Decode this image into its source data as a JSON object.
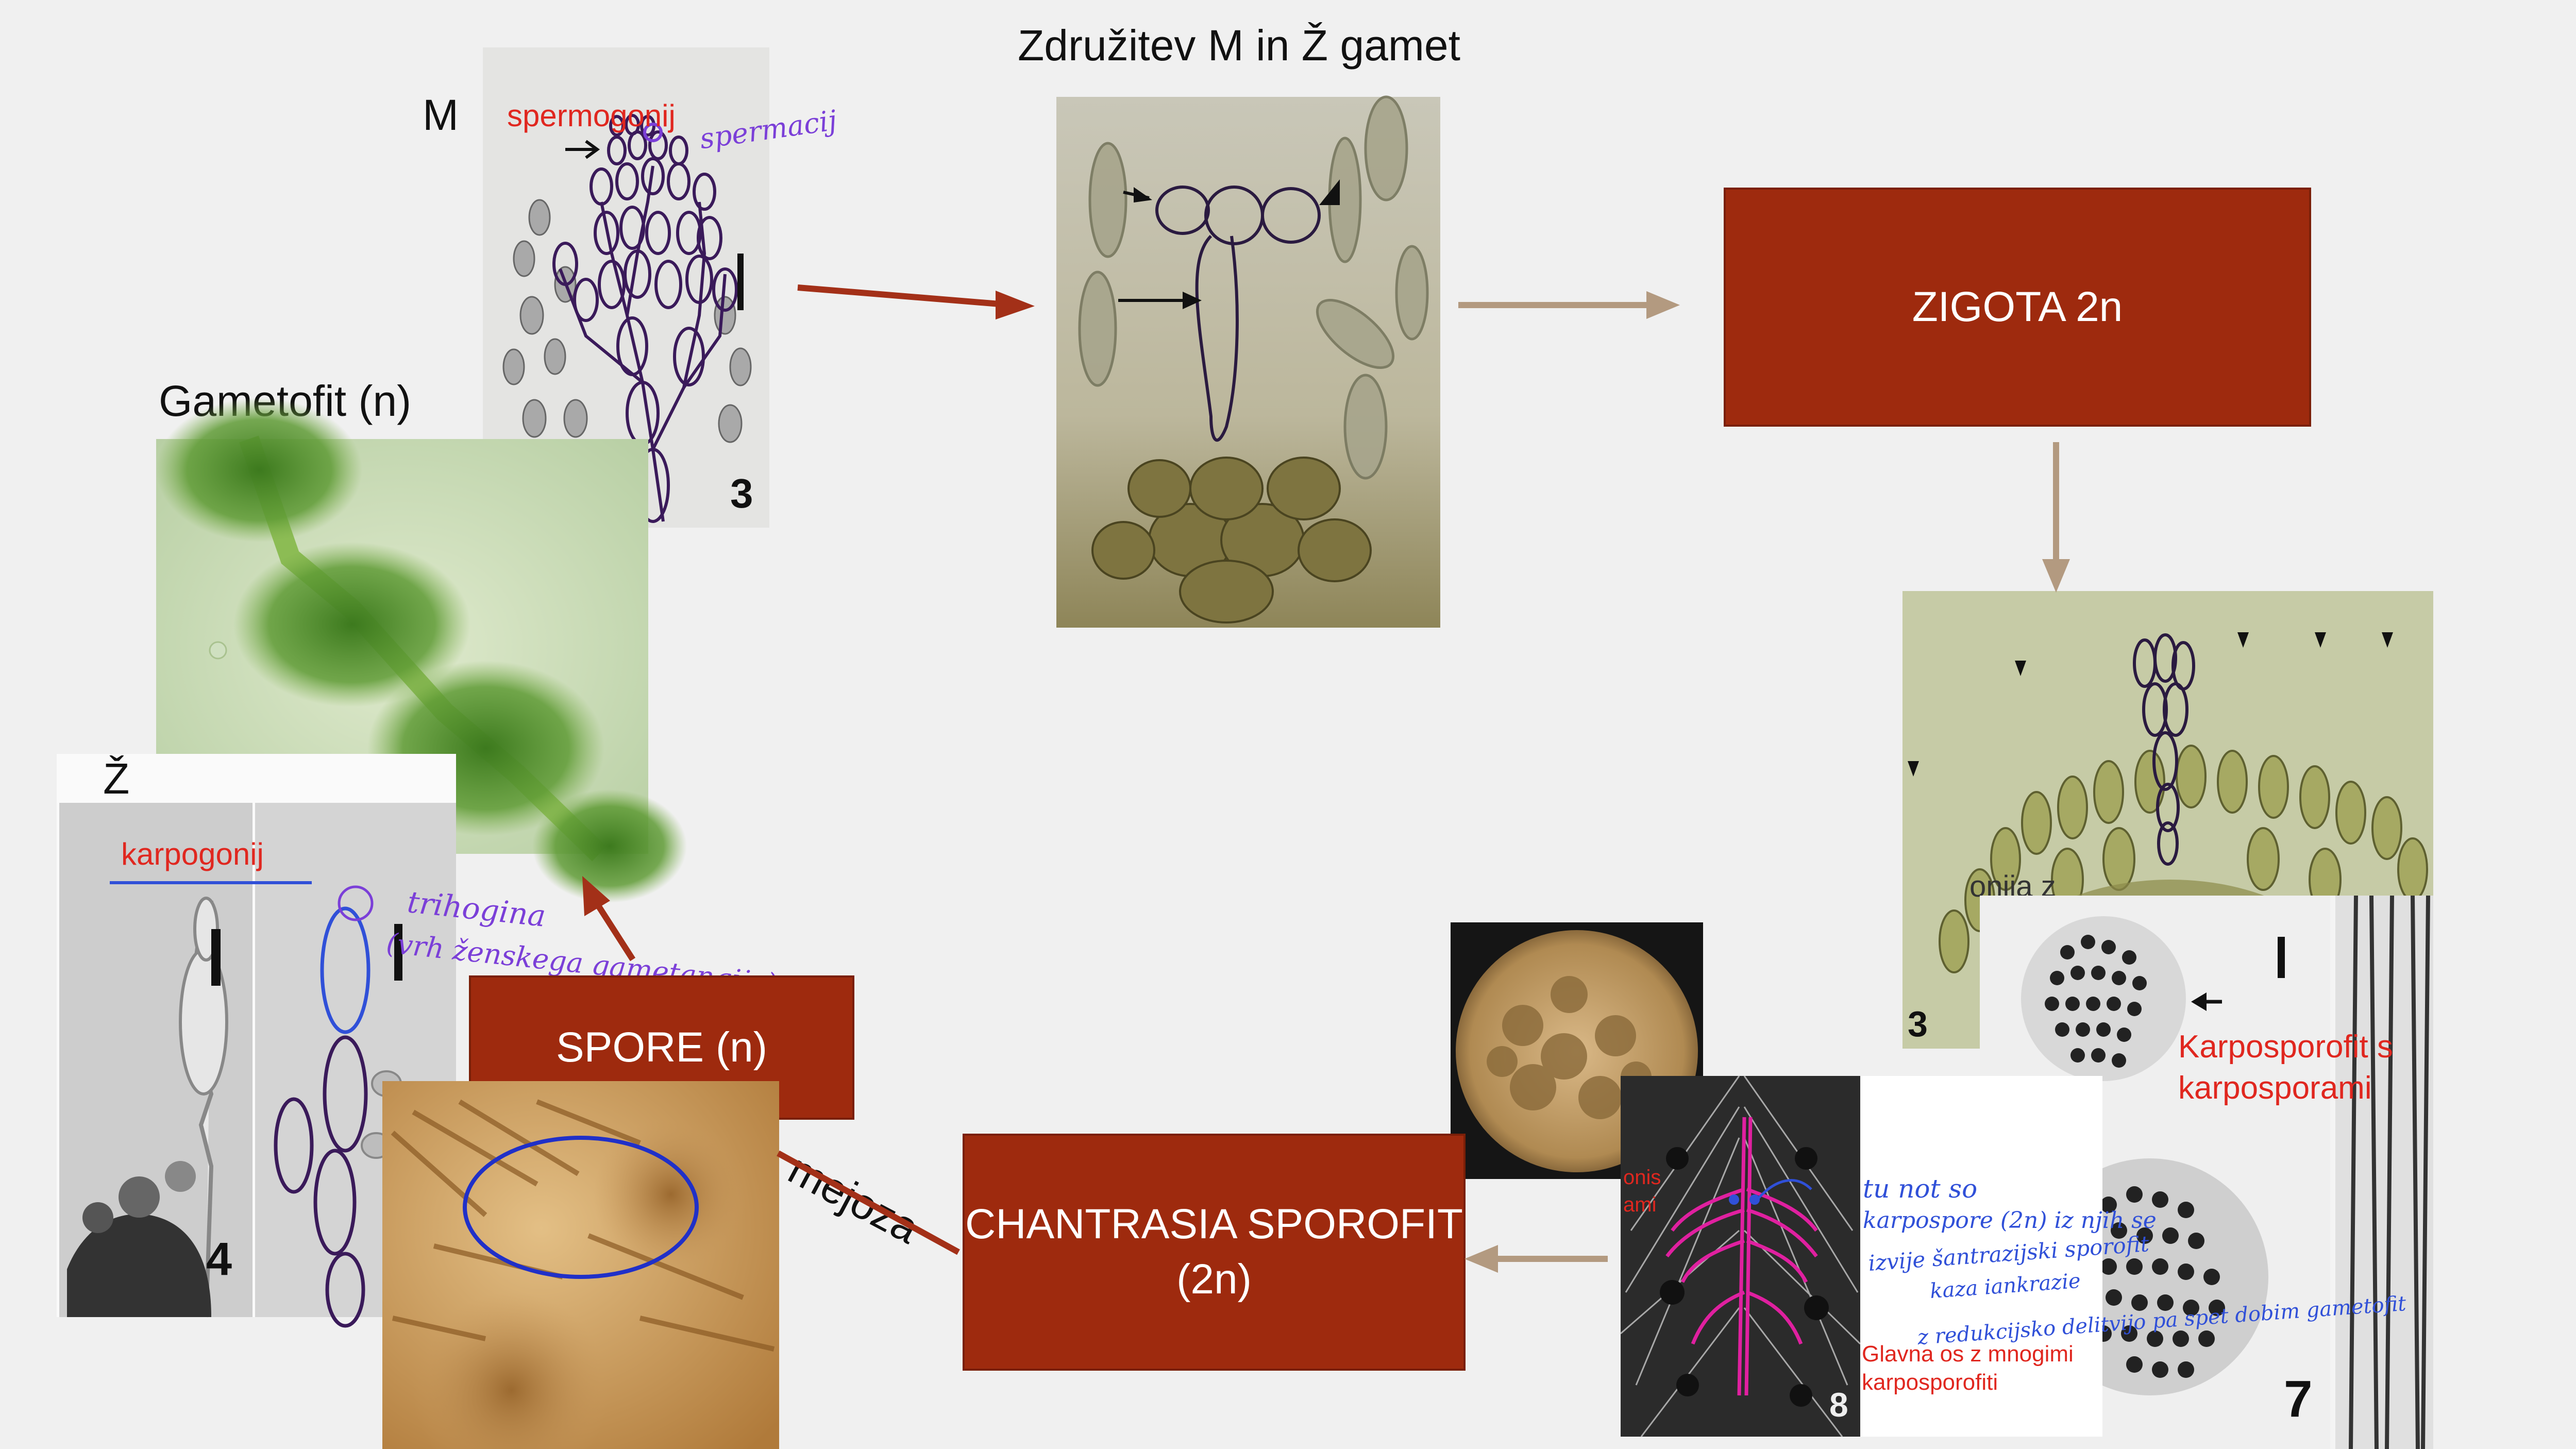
{
  "title": "Združitev M in Ž gamet",
  "labels": {
    "m": "M",
    "z": "Ž",
    "gametofit": "Gametofit (n)",
    "mejoza": "mejoza"
  },
  "boxes": {
    "zigota": "ZIGOTA 2n",
    "spore": "SPORE (n)",
    "sporofit_line1": "CHANTRASIA SPOROFIT",
    "sporofit_line2": "(2n)"
  },
  "photo_labels": {
    "spermogonij": "spermogonij",
    "spermacij": "spermacij",
    "karpogonij": "karpogonij",
    "trihogina": "trihogina",
    "trihogina_note": "(vrh ženskega gametangija)",
    "karposporofit": "Karposporofit s",
    "karposporami": "karposporami",
    "glavna_os_1": "Glavna os z mnogimi",
    "glavna_os_2": "karposporofiti",
    "note_1": "tu not so",
    "note_2": "karpospore (2n) iz njih se",
    "note_3": "izvije šantrazijski sporofit",
    "note_4": "kaza iankrazie",
    "note_5": "z redukcijsko delitvijo pa spet dobim gametofit",
    "partial_1": "onija z",
    "partial_2": "onis",
    "partial_3": "ami",
    "num_3a": "3",
    "num_3b": "3",
    "num_4": "4",
    "num_7": "7",
    "num_8": "8"
  },
  "colors": {
    "box_fill": "#9e2a0e",
    "arrow_red": "#a33018",
    "arrow_tan": "#b39a80",
    "annotation_purple": "#7b3fd8",
    "annotation_blue": "#3050d8",
    "label_red": "#e0271f",
    "highlight_pink": "#e020a0"
  }
}
